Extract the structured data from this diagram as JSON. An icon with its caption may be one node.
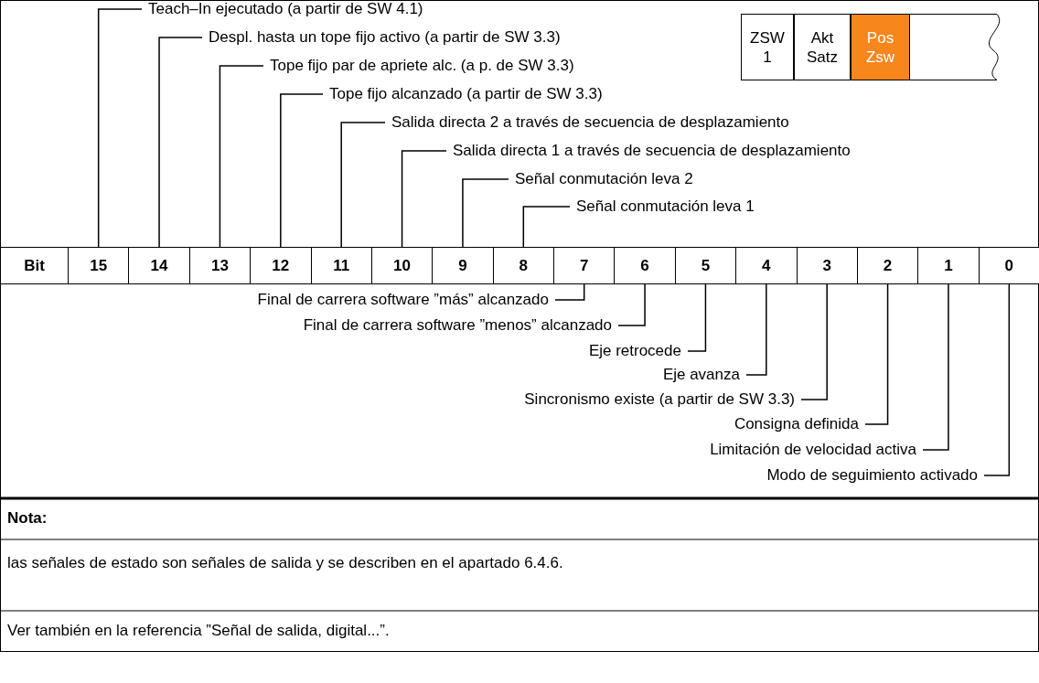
{
  "diagram": {
    "nodes": [
      {
        "text": [
          "Teach–In ejecutado (a partir de SW 4.1)"
        ]
      },
      {
        "text": [
          "Despl. hasta un tope fijo activo (a partir de SW 3.3)"
        ]
      },
      {
        "text": [
          "Tope fijo par de apriete alc. (a p. de SW 3.3)"
        ]
      },
      {
        "text": [
          "Tope fijo alcanzado (a partir de SW 3.3)"
        ]
      },
      {
        "text": [
          "Salida directa 2 a través de secuencia de desplazamiento"
        ]
      },
      {
        "text": [
          "Salida directa 1 a través de secuencia de desplazamiento"
        ]
      },
      {
        "text": [
          "Señal conmutación leva 2"
        ]
      },
      {
        "text": [
          "Señal conmutación leva 1"
        ]
      },
      {
        "text": [
          "ZSW 1"
        ]
      },
      {
        "text": [
          "Akt Satz"
        ]
      },
      {
        "text": [
          "Pos Zsw"
        ]
      },
      {
        "text": [],
        "shape": "box"
      },
      {
        "text": [
          "Bit"
        ]
      },
      {
        "text": [
          "15"
        ]
      },
      {
        "text": [
          "14"
        ]
      },
      {
        "text": [
          "13"
        ]
      },
      {
        "text": [
          "12"
        ]
      },
      {
        "text": [
          "11"
        ]
      },
      {
        "text": [
          "10"
        ]
      },
      {
        "text": [
          "9"
        ]
      },
      {
        "text": [
          "8"
        ]
      },
      {
        "text": [
          "7"
        ]
      },
      {
        "text": [
          "6"
        ]
      },
      {
        "text": [
          "5"
        ]
      },
      {
        "text": [
          "4"
        ]
      },
      {
        "text": [
          "3"
        ]
      },
      {
        "text": [
          "2"
        ]
      },
      {
        "text": [
          "1"
        ]
      },
      {
        "text": [
          "0"
        ]
      },
      {
        "text": [
          "Final de carrera software ”más” alcanzado"
        ]
      },
      {
        "text": [
          "Final de carrera software ”menos” alcanzado"
        ]
      },
      {
        "text": [
          "Eje retrocede"
        ]
      },
      {
        "text": [
          "Eje avanza"
        ]
      },
      {
        "text": [
          "Sincronismo existe (a partir de SW 3.3)"
        ]
      },
      {
        "text": [
          "Consigna definida"
        ]
      },
      {
        "text": [
          "Limitación de velocidad activa"
        ]
      },
      {
        "text": [
          "Modo de seguimiento activado"
        ]
      }
    ],
    "edges": [
      {
        "from": 0,
        "to": 13,
        "arrow": "none"
      },
      {
        "from": 1,
        "to": 14,
        "arrow": "none"
      },
      {
        "from": 2,
        "to": 15,
        "arrow": "none"
      },
      {
        "from": 3,
        "to": 16,
        "arrow": "none"
      },
      {
        "from": 4,
        "to": 17,
        "arrow": "none"
      },
      {
        "from": 5,
        "to": 18,
        "arrow": "none"
      },
      {
        "from": 6,
        "to": 19,
        "arrow": "none"
      },
      {
        "from": 7,
        "to": 20,
        "arrow": "none"
      },
      {
        "from": 29,
        "to": 21,
        "arrow": "none"
      },
      {
        "from": 30,
        "to": 22,
        "arrow": "none"
      },
      {
        "from": 31,
        "to": 23,
        "arrow": "none"
      },
      {
        "from": 32,
        "to": 24,
        "arrow": "none"
      },
      {
        "from": 33,
        "to": 25,
        "arrow": "none"
      },
      {
        "from": 34,
        "to": 26,
        "arrow": "none"
      },
      {
        "from": 35,
        "to": 27,
        "arrow": "none"
      },
      {
        "from": 36,
        "to": 28,
        "arrow": "none"
      }
    ],
    "labels": [
      "Nota:",
      "las señales de estado son señales de salida y se describen en el apartado 6.4.6.",
      "Ver también en la referencia ”Señal de salida, digital...”."
    ]
  }
}
